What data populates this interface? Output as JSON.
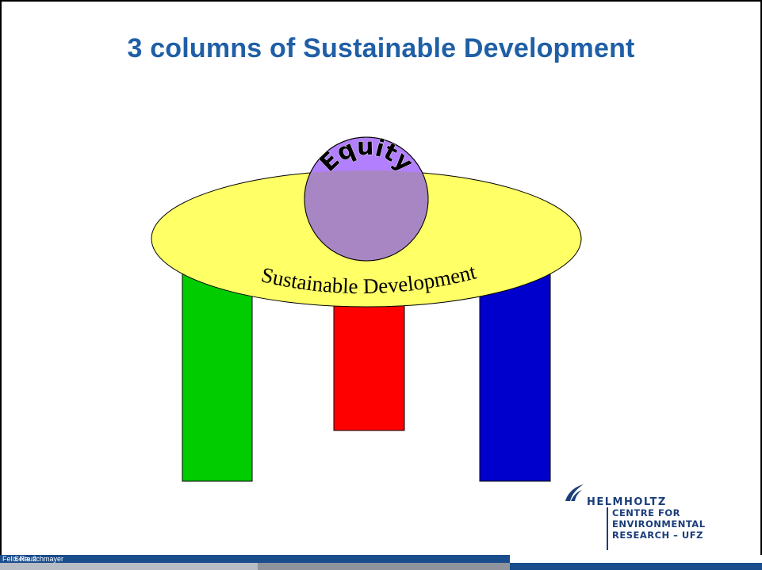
{
  "slide": {
    "title": "3 columns of Sustainable Development"
  },
  "diagram": {
    "ellipse_label": "Sustainable Development",
    "circle_label": "Equity",
    "colors": {
      "ellipse_fill": "#ffff66",
      "circle_fill": "#b27fff",
      "overlap_fill": "#a886c4",
      "column_left": "#00cc00",
      "column_center": "#ff0000",
      "column_right": "#0000cc"
    }
  },
  "logo": {
    "brand": "HELMHOLTZ",
    "lines": [
      "CENTRE FOR",
      "ENVIRONMENTAL",
      "RESEARCH – UFZ"
    ],
    "icon": "helmholtz-wing-icon",
    "color": "#1b3e7a"
  },
  "footer": {
    "author": "Felix Rauschmayer",
    "slide_label": "Seite 2",
    "bar_color": "#1a4d8c"
  }
}
